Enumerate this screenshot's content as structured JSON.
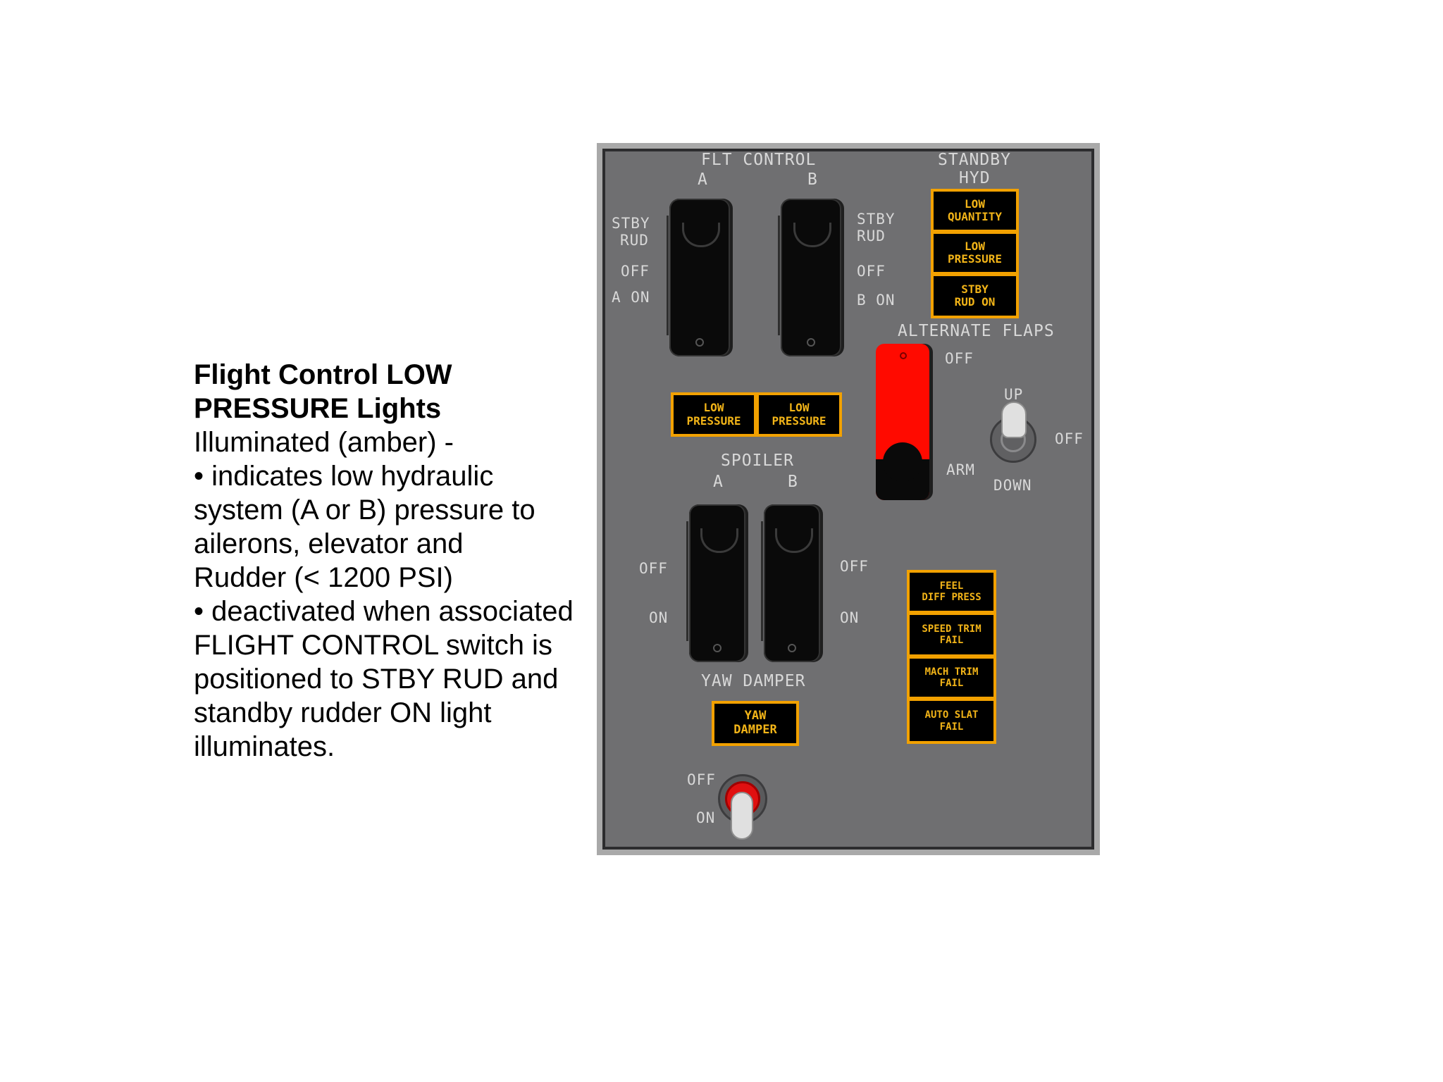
{
  "description": {
    "title_line1": "Flight Control LOW",
    "title_line2": "PRESSURE Lights",
    "lines": [
      "Illuminated (amber) -",
      "• indicates low hydraulic",
      "system (A or B) pressure to",
      "ailerons, elevator and",
      "Rudder (< 1200 PSI)",
      "• deactivated when associated",
      "FLIGHT CONTROL switch is",
      "positioned to STBY RUD and",
      "standby rudder ON light",
      "illuminates."
    ]
  },
  "panel": {
    "flt_control": {
      "title": "FLT CONTROL",
      "a": "A",
      "b": "B"
    },
    "left_switch": {
      "stby": "STBY",
      "rud": "RUD",
      "off": "OFF",
      "on": "A ON"
    },
    "right_switch": {
      "stby": "STBY",
      "rud": "RUD",
      "off": "OFF",
      "on": "B ON"
    },
    "standby_hyd": {
      "title1": "STANDBY",
      "title2": "HYD",
      "lights": [
        {
          "l1": "LOW",
          "l2": "QUANTITY"
        },
        {
          "l1": "LOW",
          "l2": "PRESSURE"
        },
        {
          "l1": "STBY",
          "l2": "RUD ON"
        }
      ]
    },
    "low_pressure_a": {
      "l1": "LOW",
      "l2": "PRESSURE"
    },
    "low_pressure_b": {
      "l1": "LOW",
      "l2": "PRESSURE"
    },
    "alternate_flaps": {
      "title": "ALTERNATE FLAPS",
      "off": "OFF",
      "arm": "ARM",
      "up": "UP",
      "toggle_off": "OFF",
      "down": "DOWN"
    },
    "spoiler": {
      "title": "SPOILER",
      "a": "A",
      "b": "B",
      "left_off": "OFF",
      "left_on": "ON",
      "right_off": "OFF",
      "right_on": "ON"
    },
    "yaw_damper": {
      "title": "YAW DAMPER",
      "l1": "YAW",
      "l2": "DAMPER",
      "off": "OFF",
      "on": "ON"
    },
    "trim_lights": [
      {
        "l1": "FEEL",
        "l2": "DIFF PRESS"
      },
      {
        "l1": "SPEED TRIM",
        "l2": "FAIL"
      },
      {
        "l1": "MACH TRIM",
        "l2": "FAIL"
      },
      {
        "l1": "AUTO SLAT",
        "l2": "FAIL"
      }
    ]
  },
  "colors": {
    "panel_gray": "#6f6f71",
    "annunciator_amber": "#f2b418",
    "guard_red": "#ff0a00"
  }
}
